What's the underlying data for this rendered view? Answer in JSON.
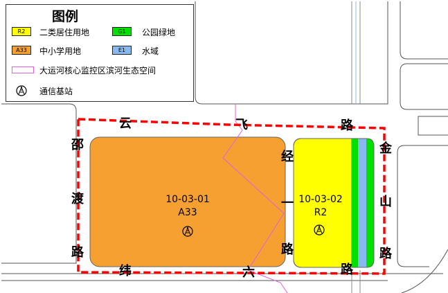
{
  "legend": {
    "title": "图例",
    "items": [
      {
        "code": "R2",
        "label": "二类居住用地",
        "color": "#ffff00"
      },
      {
        "code": "G1",
        "label": "公园绿地",
        "color": "#00e000"
      },
      {
        "code": "A33",
        "label": "中小学用地",
        "color": "#f5a030"
      },
      {
        "code": "E1",
        "label": "水域",
        "color": "#88b8f0"
      }
    ],
    "boundary_label": "大运河核心监控区滨河生态空间",
    "station_label": "通信基站"
  },
  "roads": {
    "north": [
      "云",
      "飞",
      "路"
    ],
    "west": [
      "邵",
      "渡",
      "路"
    ],
    "middle": [
      "经",
      "一",
      "路"
    ],
    "east": [
      "金",
      "山",
      "路"
    ],
    "south": [
      "纬",
      "六",
      "路"
    ]
  },
  "parcels": [
    {
      "id": "10-03-01",
      "code": "A33",
      "color": "#f5a030"
    },
    {
      "id": "10-03-02",
      "code": "R2",
      "color": "#ffff00"
    }
  ],
  "colors": {
    "boundary": "#ff0000",
    "canal": "#88b8f0",
    "green": "#00e000",
    "river_line": "#e060e0"
  }
}
